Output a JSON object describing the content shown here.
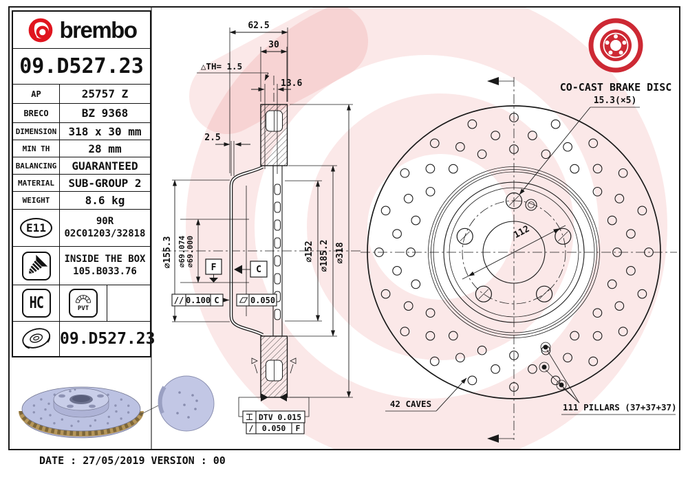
{
  "brand": {
    "logo_text": "brembo"
  },
  "title_block": {
    "part_number": "09.D527.23",
    "rows": [
      {
        "label": "AP",
        "value": "25757 Z"
      },
      {
        "label": "BRECO",
        "value": "BZ 9368"
      },
      {
        "label": "DIMENSION",
        "value": "318 x 30 mm"
      },
      {
        "label": "MIN TH",
        "value": "28 mm"
      },
      {
        "label": "BALANCING",
        "value": "GUARANTEED"
      },
      {
        "label": "MATERIAL",
        "value": "SUB-GROUP 2"
      },
      {
        "label": "WEIGHT",
        "value": "8.6 kg"
      }
    ],
    "homologation": {
      "badge": "E11",
      "line1": "90R",
      "line2": "02C01203/32818"
    },
    "screw_row": {
      "line1": "INSIDE THE BOX",
      "line2": "105.B033.76"
    },
    "coating": {
      "hc": "HC",
      "pvt": "PVT"
    },
    "footer_part_number": "09.D527.23"
  },
  "section_view": {
    "dims": {
      "total_width": "62.5",
      "disc_thickness": "30",
      "delta_th": "△TH= 1.5",
      "hat_depth": "13.6",
      "plate_thickness": "2.5",
      "bell_diameter": "∅155.3",
      "bore_max": "∅69.074",
      "bore_min": "∅69.000",
      "inner_diameter": "∅152",
      "vent_diameter": "∅185.2",
      "outer_diameter": "∅318"
    },
    "datums": {
      "f": "F",
      "c": "C"
    },
    "tolerances": {
      "parallel_sym": "//",
      "parallel_val": "0.100",
      "parallel_datum": "C",
      "flat_val": "0.050",
      "dtv_label": "DTV 0.015",
      "runout_sym": "/",
      "runout_val": "0.050",
      "runout_datum": "F"
    }
  },
  "front_view": {
    "logo_label": "CO-CAST BRAKE DISC",
    "hole_dim": "15.3(×5)",
    "pcd": "112",
    "caves_label": "42 CAVES",
    "pillars_label": "111 PILLARS (37+37+37)"
  },
  "footer": {
    "date_label": "DATE :",
    "date": "27/05/2019",
    "version_label": "VERSION :",
    "version": "00"
  },
  "colors": {
    "brembo_red": "#E0151F",
    "cocast_red": "#CD2934",
    "line": "#1A1A1A",
    "render_body": "#BCC2E2",
    "render_vent": "#B5965A"
  }
}
